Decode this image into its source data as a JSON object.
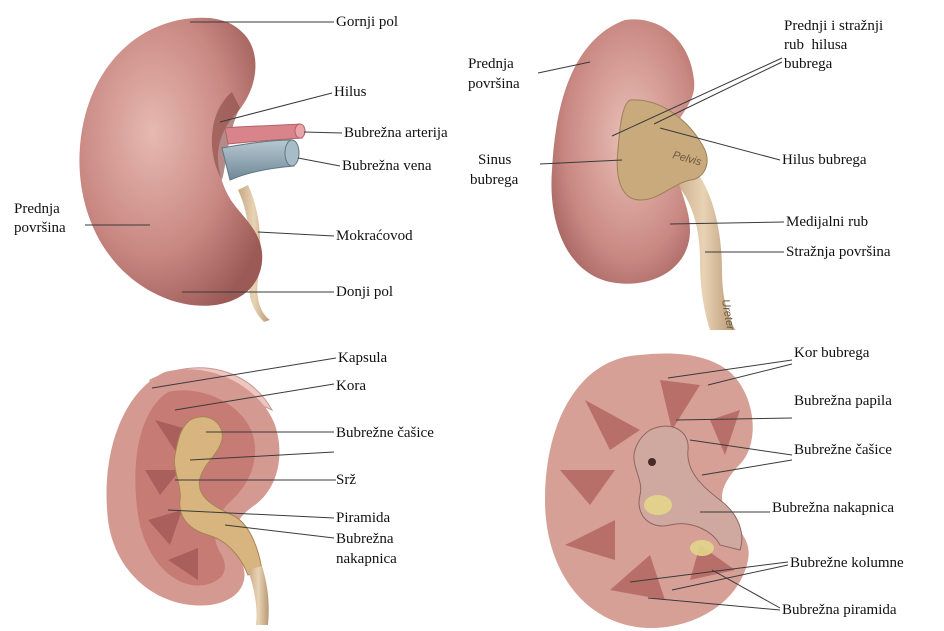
{
  "panels": {
    "top_left": {
      "labels": {
        "upper_pole": "Gornji pol",
        "hilus": "Hilus",
        "renal_artery": "Bubrežna arterija",
        "renal_vein": "Bubrežna vena",
        "anterior_surface_1": "Prednja",
        "anterior_surface_2": "površina",
        "ureter": "Mokraćovod",
        "lower_pole": "Donji pol"
      }
    },
    "top_right": {
      "labels": {
        "anterior_surface_1": "Prednja",
        "anterior_surface_2": "površina",
        "hilus_lips_1": "Prednji i stražnji",
        "hilus_lips_2": "rub  hilusa",
        "hilus_lips_3": "bubrega",
        "sinus_1": "Sinus",
        "sinus_2": "bubrega",
        "hilus_kidney": "Hilus bubrega",
        "medial_border": "Medijalni rub",
        "posterior_surface": "Stražnja površina",
        "pelvis_print": "Pelvis",
        "ureter_print": "Ureter"
      }
    },
    "bottom_left": {
      "labels": {
        "capsule": "Kapsula",
        "cortex": "Kora",
        "calyces": "Bubrežne čašice",
        "medulla": "Srž",
        "pyramid": "Piramida",
        "pelvis_1": "Bubrežna",
        "pelvis_2": "nakapnica"
      }
    },
    "bottom_right": {
      "labels": {
        "cortex": "Kor bubrega",
        "papilla": "Bubrežna papila",
        "calyces": "Bubrežne čašice",
        "pelvis": "Bubrežna nakapnica",
        "columns": "Bubrežne kolumne",
        "pyramid": "Bubrežna piramida"
      }
    }
  },
  "colors": {
    "kidney": "#c98882",
    "kidney_light": "#e3b2ab",
    "kidney_dark": "#a2605b",
    "artery": "#d9848a",
    "vein": "#8fa7b4",
    "ureter": "#dcc2a0",
    "pelvis": "#c9aa7c",
    "medulla": "#b9706b"
  }
}
